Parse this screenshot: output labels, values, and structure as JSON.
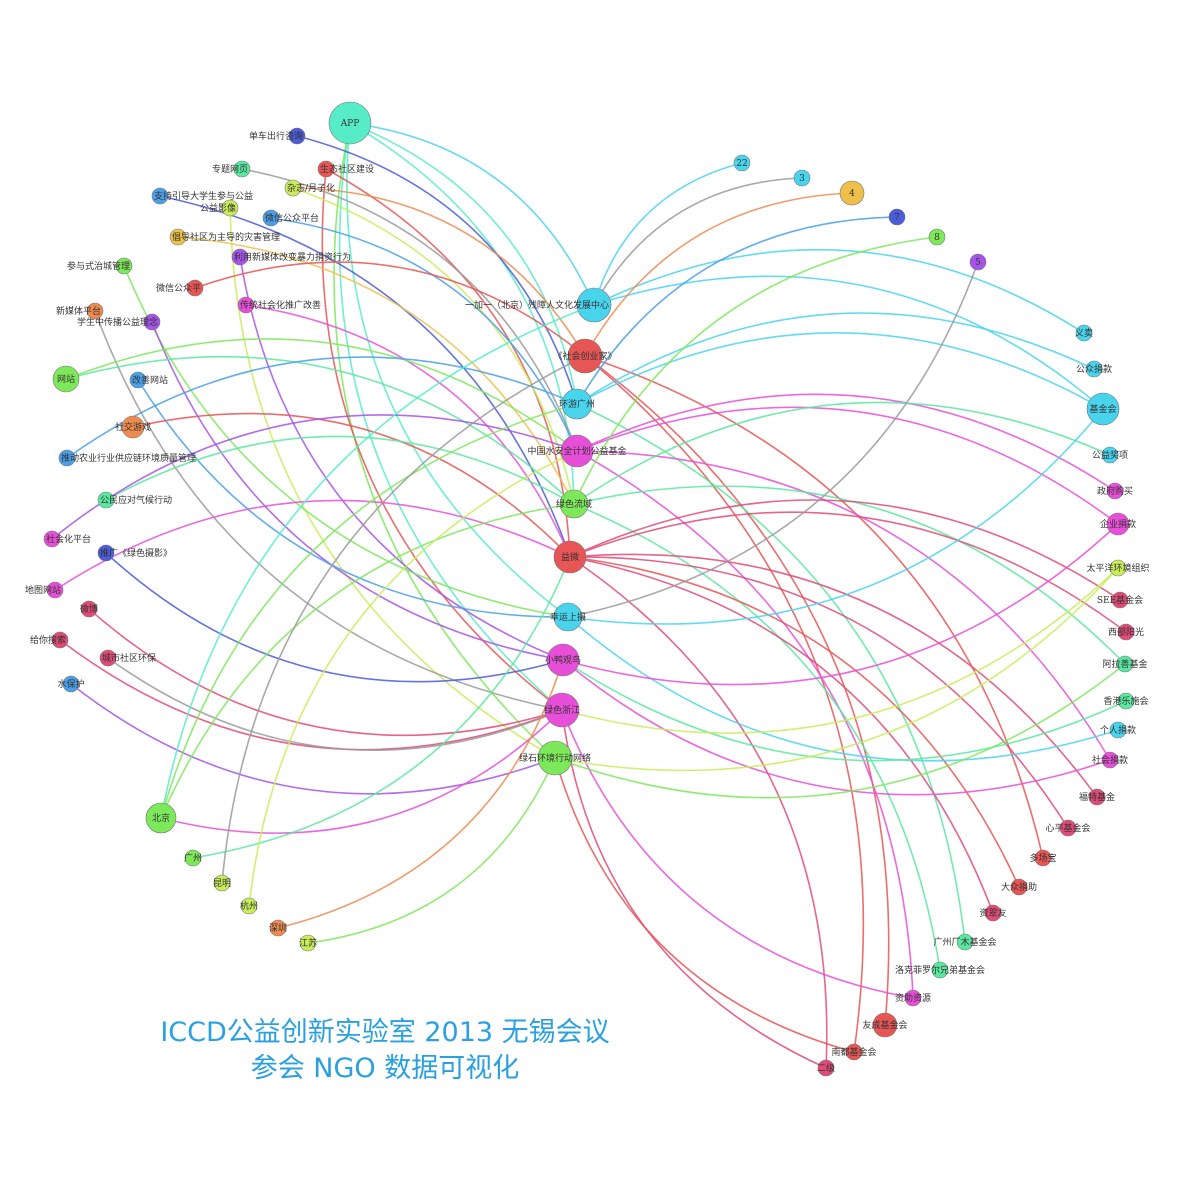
{
  "title": {
    "line1": "ICCD公益创新实验室 2013 无锡会议",
    "line2": "参会 NGO 数据可视化"
  },
  "colors": {
    "red": "#e85555",
    "magenta": "#e84fd8",
    "cyan": "#49d4ee",
    "aqua": "#56ecc8",
    "green": "#7de85a",
    "lime": "#c8ec5a",
    "orange": "#ee8a50",
    "gold": "#eec04a",
    "blue": "#4a5cd8",
    "purple": "#a654e8",
    "crimson": "#e04a78",
    "mint": "#5ae8a0",
    "sky": "#4aa0e8",
    "gray": "#9a9a9a"
  },
  "nodes": [
    {
      "id": "app",
      "label": "APP",
      "color": "aqua"
    },
    {
      "id": "n1",
      "label": "单车出行咨询",
      "color": "blue"
    },
    {
      "id": "n2",
      "label": "生态社区建设",
      "color": "red"
    },
    {
      "id": "n3",
      "label": "杂志/月子化",
      "color": "lime"
    },
    {
      "id": "n4",
      "label": "专题网页",
      "color": "mint"
    },
    {
      "id": "n5",
      "label": "支持引导大学生参与公益",
      "color": "sky"
    },
    {
      "id": "n6",
      "label": "公益影像",
      "color": "lime"
    },
    {
      "id": "n7",
      "label": "微信公众平台",
      "color": "sky"
    },
    {
      "id": "n8",
      "label": "倡导社区为主导的灾害管理",
      "color": "gold"
    },
    {
      "id": "n9",
      "label": "利用新媒体改变暴力捐资行为",
      "color": "purple"
    },
    {
      "id": "n10",
      "label": "参与式治城管理",
      "color": "green"
    },
    {
      "id": "n11",
      "label": "微信公众平",
      "color": "red"
    },
    {
      "id": "n12",
      "label": "新媒体平台",
      "color": "orange"
    },
    {
      "id": "n13",
      "label": "传统社会化推广改善",
      "color": "magenta"
    },
    {
      "id": "n14",
      "label": "学生中传播公益理念",
      "color": "purple"
    },
    {
      "id": "n15",
      "label": "网站",
      "color": "green"
    },
    {
      "id": "n16",
      "label": "改善网站",
      "color": "sky"
    },
    {
      "id": "n17",
      "label": "社交游戏",
      "color": "orange"
    },
    {
      "id": "n18",
      "label": "推动农业行业供应链环境质量管理",
      "color": "sky"
    },
    {
      "id": "n19",
      "label": "公民应对气候行动",
      "color": "mint"
    },
    {
      "id": "n20",
      "label": "社会化平台",
      "color": "magenta"
    },
    {
      "id": "n21",
      "label": "推广《绿色摄影》",
      "color": "blue"
    },
    {
      "id": "n22",
      "label": "地图网站",
      "color": "magenta"
    },
    {
      "id": "n23",
      "label": "微博",
      "color": "crimson"
    },
    {
      "id": "n24",
      "label": "给你搜索",
      "color": "crimson"
    },
    {
      "id": "n25",
      "label": "城市社区环保",
      "color": "crimson"
    },
    {
      "id": "n26",
      "label": "水保护",
      "color": "sky"
    },
    {
      "id": "n27",
      "label": "北京",
      "color": "green"
    },
    {
      "id": "n28",
      "label": "广州",
      "color": "green"
    },
    {
      "id": "n29",
      "label": "昆明",
      "color": "lime"
    },
    {
      "id": "n30",
      "label": "杭州",
      "color": "lime"
    },
    {
      "id": "n31",
      "label": "深圳",
      "color": "orange"
    },
    {
      "id": "n32",
      "label": "江苏",
      "color": "lime"
    },
    {
      "id": "h1",
      "label": "一加一（北京）残障人文化发展中心",
      "color": "cyan"
    },
    {
      "id": "h2",
      "label": "《社会创业家》",
      "color": "red"
    },
    {
      "id": "h3",
      "label": "环游广州",
      "color": "cyan"
    },
    {
      "id": "h4",
      "label": "中国水安全计划公益基金",
      "color": "magenta"
    },
    {
      "id": "h5",
      "label": "绿色流域",
      "color": "green"
    },
    {
      "id": "h6",
      "label": "益微",
      "color": "red"
    },
    {
      "id": "h7",
      "label": "幸运上摄",
      "color": "cyan"
    },
    {
      "id": "h8",
      "label": "小鸭观鸟",
      "color": "magenta"
    },
    {
      "id": "h9",
      "label": "绿色浙江",
      "color": "magenta"
    },
    {
      "id": "h10",
      "label": "绿石环境行动网络",
      "color": "green"
    },
    {
      "id": "r1",
      "label": "22",
      "color": "cyan"
    },
    {
      "id": "r2",
      "label": "3",
      "color": "cyan"
    },
    {
      "id": "r3",
      "label": "4",
      "color": "gold"
    },
    {
      "id": "r4",
      "label": "7",
      "color": "blue"
    },
    {
      "id": "r5",
      "label": "8",
      "color": "green"
    },
    {
      "id": "r6",
      "label": "5",
      "color": "purple"
    },
    {
      "id": "r7",
      "label": "义卖",
      "color": "cyan"
    },
    {
      "id": "r8",
      "label": "公众捐款",
      "color": "cyan"
    },
    {
      "id": "r9",
      "label": "基金会",
      "color": "cyan"
    },
    {
      "id": "r10",
      "label": "公益奖项",
      "color": "cyan"
    },
    {
      "id": "r11",
      "label": "政府购买",
      "color": "magenta"
    },
    {
      "id": "r12",
      "label": "企业捐款",
      "color": "magenta"
    },
    {
      "id": "r13",
      "label": "太平洋环境组织",
      "color": "lime"
    },
    {
      "id": "r14",
      "label": "SEE基金会",
      "color": "crimson"
    },
    {
      "id": "r15",
      "label": "西部阳光",
      "color": "crimson"
    },
    {
      "id": "r16",
      "label": "阿拉善基金",
      "color": "mint"
    },
    {
      "id": "r17",
      "label": "香港乐施会",
      "color": "mint"
    },
    {
      "id": "r18",
      "label": "个人捐款",
      "color": "cyan"
    },
    {
      "id": "r19",
      "label": "社会捐款",
      "color": "magenta"
    },
    {
      "id": "r20",
      "label": "福特基金",
      "color": "crimson"
    },
    {
      "id": "r21",
      "label": "心平基金会",
      "color": "crimson"
    },
    {
      "id": "r22",
      "label": "多场宝",
      "color": "red"
    },
    {
      "id": "r23",
      "label": "大众捐助",
      "color": "red"
    },
    {
      "id": "r24",
      "label": "资翠友",
      "color": "crimson"
    },
    {
      "id": "r25",
      "label": "广州厂木基金会",
      "color": "mint"
    },
    {
      "id": "r26",
      "label": "洛克菲罗尔兄弟基金会",
      "color": "mint"
    },
    {
      "id": "r27",
      "label": "资助资源",
      "color": "magenta"
    },
    {
      "id": "r28",
      "label": "友成基金会",
      "color": "red"
    },
    {
      "id": "r29",
      "label": "南都基金会",
      "color": "red"
    },
    {
      "id": "r30",
      "label": "二级",
      "color": "crimson"
    }
  ],
  "edges": [
    [
      "app",
      "h1",
      "cyan"
    ],
    [
      "app",
      "h3",
      "aqua"
    ],
    [
      "app",
      "h5",
      "aqua"
    ],
    [
      "app",
      "h7",
      "aqua"
    ],
    [
      "app",
      "h9",
      "aqua"
    ],
    [
      "app",
      "h10",
      "green"
    ],
    [
      "n1",
      "h3",
      "blue"
    ],
    [
      "n2",
      "h9",
      "red"
    ],
    [
      "n2",
      "h6",
      "red"
    ],
    [
      "n3",
      "h2",
      "orange"
    ],
    [
      "n3",
      "h5",
      "lime"
    ],
    [
      "n4",
      "h4",
      "gray"
    ],
    [
      "n5",
      "h6",
      "blue"
    ],
    [
      "n6",
      "h10",
      "lime"
    ],
    [
      "n7",
      "h4",
      "sky"
    ],
    [
      "n8",
      "h5",
      "gold"
    ],
    [
      "n9",
      "h8",
      "purple"
    ],
    [
      "n10",
      "h7",
      "green"
    ],
    [
      "n11",
      "h2",
      "red"
    ],
    [
      "n12",
      "h9",
      "gray"
    ],
    [
      "n13",
      "h6",
      "magenta"
    ],
    [
      "n14",
      "h8",
      "purple"
    ],
    [
      "n15",
      "h4",
      "green"
    ],
    [
      "n15",
      "h5",
      "mint"
    ],
    [
      "n16",
      "h7",
      "sky"
    ],
    [
      "n17",
      "h6",
      "red"
    ],
    [
      "n18",
      "h3",
      "sky"
    ],
    [
      "n19",
      "h5",
      "mint"
    ],
    [
      "n20",
      "h4",
      "purple"
    ],
    [
      "n21",
      "h8",
      "blue"
    ],
    [
      "n22",
      "h6",
      "magenta"
    ],
    [
      "n23",
      "h9",
      "crimson"
    ],
    [
      "n24",
      "h9",
      "crimson"
    ],
    [
      "n25",
      "h9",
      "gray"
    ],
    [
      "n26",
      "h10",
      "purple"
    ],
    [
      "n27",
      "h1",
      "aqua"
    ],
    [
      "n27",
      "h3",
      "green"
    ],
    [
      "n27",
      "h5",
      "green"
    ],
    [
      "n27",
      "h9",
      "magenta"
    ],
    [
      "n28",
      "h6",
      "mint"
    ],
    [
      "n29",
      "h2",
      "gray"
    ],
    [
      "n30",
      "h4",
      "lime"
    ],
    [
      "n31",
      "h8",
      "orange"
    ],
    [
      "n32",
      "h10",
      "green"
    ],
    [
      "h1",
      "r1",
      "cyan"
    ],
    [
      "h1",
      "r7",
      "cyan"
    ],
    [
      "h1",
      "r9",
      "cyan"
    ],
    [
      "h1",
      "r2",
      "gray"
    ],
    [
      "h2",
      "r3",
      "orange"
    ],
    [
      "h2",
      "r28",
      "red"
    ],
    [
      "h2",
      "r29",
      "red"
    ],
    [
      "h2",
      "r22",
      "red"
    ],
    [
      "h3",
      "r4",
      "sky"
    ],
    [
      "h3",
      "r8",
      "cyan"
    ],
    [
      "h3",
      "r9",
      "cyan"
    ],
    [
      "h3",
      "r25",
      "mint"
    ],
    [
      "h4",
      "r11",
      "magenta"
    ],
    [
      "h4",
      "r12",
      "magenta"
    ],
    [
      "h4",
      "r27",
      "magenta"
    ],
    [
      "h4",
      "r19",
      "magenta"
    ],
    [
      "h5",
      "r5",
      "green"
    ],
    [
      "h5",
      "r10",
      "mint"
    ],
    [
      "h5",
      "r16",
      "mint"
    ],
    [
      "h5",
      "r26",
      "mint"
    ],
    [
      "h6",
      "r14",
      "crimson"
    ],
    [
      "h6",
      "r15",
      "crimson"
    ],
    [
      "h6",
      "r20",
      "crimson"
    ],
    [
      "h6",
      "r21",
      "crimson"
    ],
    [
      "h6",
      "r24",
      "crimson"
    ],
    [
      "h6",
      "r23",
      "red"
    ],
    [
      "h6",
      "r30",
      "crimson"
    ],
    [
      "h7",
      "r6",
      "gray"
    ],
    [
      "h7",
      "r18",
      "cyan"
    ],
    [
      "h7",
      "r9",
      "cyan"
    ],
    [
      "h8",
      "r12",
      "magenta"
    ],
    [
      "h8",
      "r19",
      "magenta"
    ],
    [
      "h8",
      "r17",
      "mint"
    ],
    [
      "h9",
      "r13",
      "lime"
    ],
    [
      "h9",
      "r27",
      "magenta"
    ],
    [
      "h9",
      "r30",
      "crimson"
    ],
    [
      "h10",
      "r13",
      "lime"
    ],
    [
      "h10",
      "r16",
      "green"
    ],
    [
      "h10",
      "r29",
      "red"
    ]
  ]
}
